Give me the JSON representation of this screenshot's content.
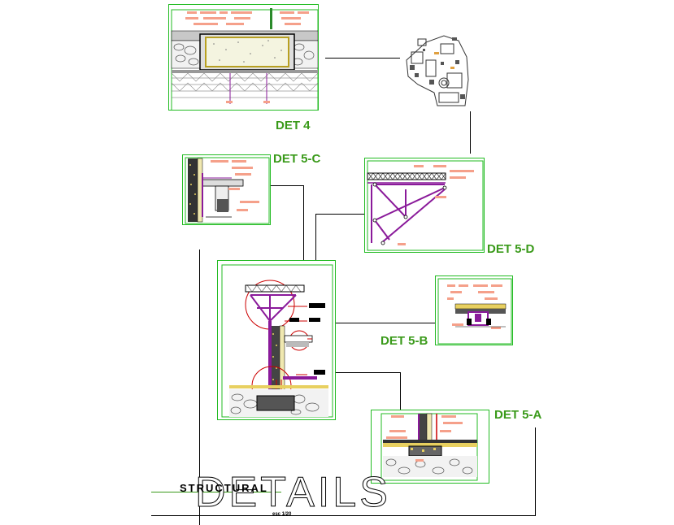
{
  "labels": {
    "det4": "DET 4",
    "det5c": "DET 5-C",
    "det5d": "DET 5-D",
    "det5b": "DET 5-B",
    "det5a": "DET 5-A"
  },
  "title": {
    "structural": "STRUCTURAL",
    "details": "DETAILS",
    "scale": "esc 1/20"
  },
  "colors": {
    "frame": "#22bb22",
    "label": "#3a9a1a",
    "annotation": "#f08080",
    "steel": "#8a1a9a",
    "concrete": "#e8d060",
    "rebar": "#cc0000"
  }
}
